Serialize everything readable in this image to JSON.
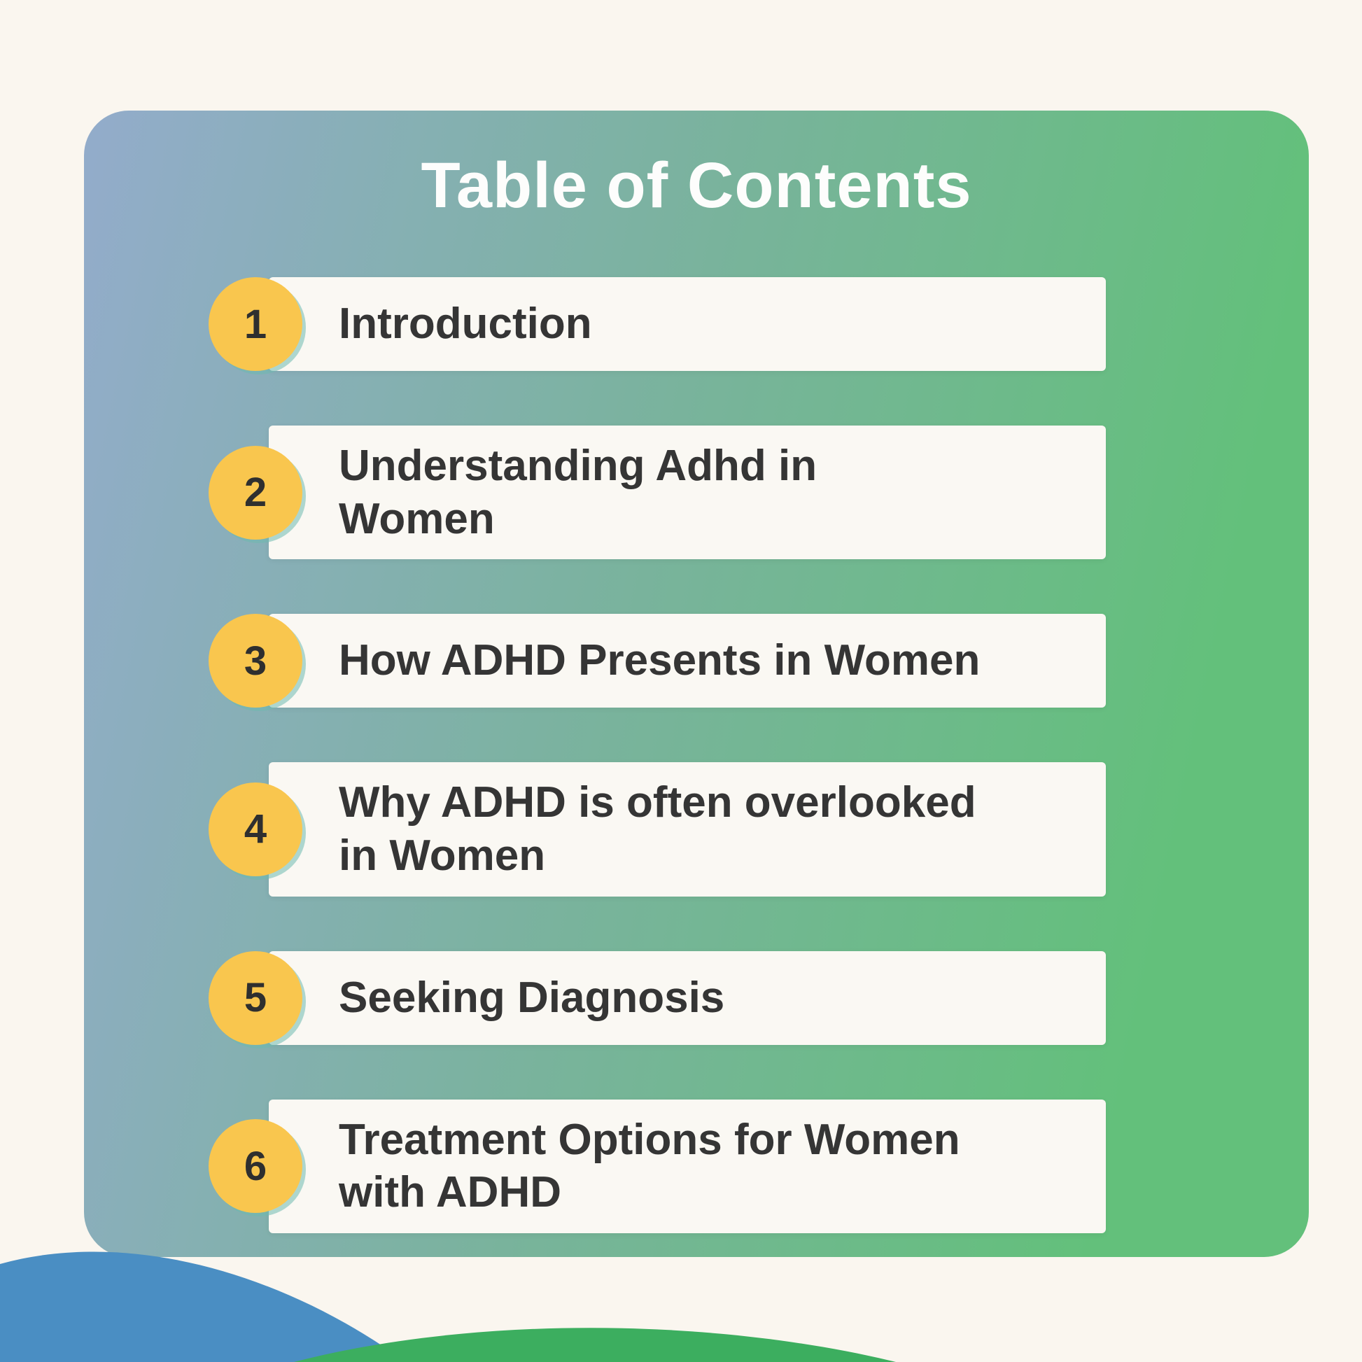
{
  "page": {
    "title": "Table of Contents"
  },
  "toc": {
    "items": [
      {
        "number": "1",
        "label": "Introduction"
      },
      {
        "number": "2",
        "label": "Understanding Adhd in\nWomen"
      },
      {
        "number": "3",
        "label": "How ADHD Presents in Women"
      },
      {
        "number": "4",
        "label": "Why ADHD is often overlooked\nin Women"
      },
      {
        "number": "5",
        "label": "Seeking Diagnosis"
      },
      {
        "number": "6",
        "label": "Treatment Options for Women\nwith ADHD"
      }
    ]
  },
  "colors": {
    "card_gradient_start": "#93accb",
    "card_gradient_end": "#63c07b",
    "number_circle": "#f9c64e",
    "label_bar_background": "#faf8f3",
    "text_dark": "#353535",
    "title_text": "#fdfdfc",
    "page_background": "#faf6ef",
    "wave_blue": "#4a8ec3",
    "wave_green": "#3cae5f"
  }
}
